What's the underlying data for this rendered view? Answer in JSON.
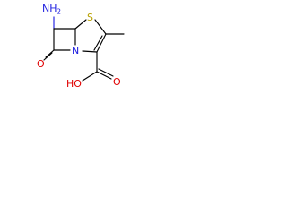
{
  "structure": {
    "atoms": {
      "amine": "NH",
      "amine_subscript": "2",
      "sulfur": "S",
      "ring_nitrogen": "N",
      "lactam_oxygen": "O",
      "hydroxyl": "HO",
      "carbonyl_oxygen": "O"
    }
  },
  "colors": {
    "bond": "#000000",
    "nitrogen": "#2020e0",
    "oxygen": "#e00000",
    "sulfur": "#b8a000"
  }
}
